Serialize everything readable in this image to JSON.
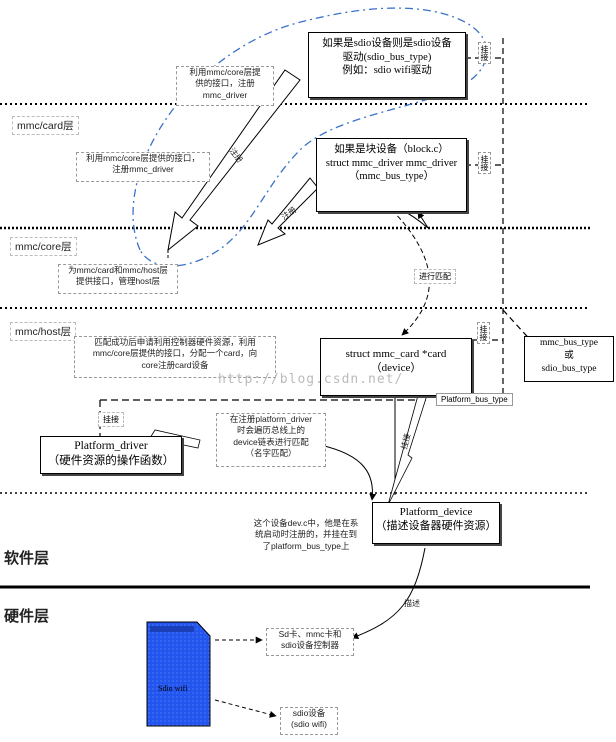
{
  "layers": {
    "card": "mmc/card层",
    "core": "mmc/core层",
    "host": "mmc/host层",
    "software": "软件层",
    "hardware": "硬件层"
  },
  "boxes": {
    "sdio_driver": [
      "如果是sdio设备则是sdio设备",
      "驱动(sdio_bus_type)",
      "例如：sdio wifi驱动"
    ],
    "block_driver": [
      "如果是块设备（block.c）",
      "struct mmc_driver mmc_driver",
      "（mmc_bus_type）"
    ],
    "mmc_card": [
      "struct mmc_card *card",
      "（device）"
    ],
    "platform_driver": [
      "Platform_driver",
      "（硬件资源的操作函数）"
    ],
    "platform_device": [
      "Platform_device",
      "（描述设备器硬件资源）"
    ],
    "bus_type": [
      "mmc_bus_type",
      "或",
      "sdio_bus_type"
    ]
  },
  "notes": {
    "card_interface": [
      "利用mmc/core层提",
      "供的接口，注册",
      "mmc_driver"
    ],
    "core_interface": [
      "利用mmc/core层提供的接口，",
      "注册mmc_driver"
    ],
    "core_provides": [
      "为mmc/card和mmc/host层",
      "提供接口，管理host层"
    ],
    "host_match": [
      "匹配成功后申请利用控制器硬件资源，利用",
      "mmc/core层提供的接口，分配一个card，向",
      "core注册card设备"
    ],
    "pd_register": [
      "在注册platform_driver",
      "时会遍历总线上的",
      "device链表进行匹配",
      "（名字匹配）"
    ],
    "device_desc": [
      "这个设备dev.c中，他是在系",
      "统启动时注册的，并挂在到",
      "了platform_bus_type上"
    ],
    "sd_card": [
      "Sd卡、mmc卡和",
      "sdio设备控制器"
    ],
    "sdio_device": [
      "sdio设备",
      "(sdio wifi)"
    ]
  },
  "labels": {
    "register1": "注册",
    "register2": "注册",
    "mount1": "挂接",
    "mount2": "挂接",
    "mount3": "挂接",
    "mount4": "挂接",
    "mount5": "挂接",
    "match": "进行匹配",
    "platform_bus_type": "Platform_bus_type",
    "describe": "描述",
    "watermark": "http://blog.csdn.net/",
    "chip_label": "Sdio wifi"
  },
  "colors": {
    "chip": "#2255ee",
    "blue_dash": "#3a73c9"
  }
}
